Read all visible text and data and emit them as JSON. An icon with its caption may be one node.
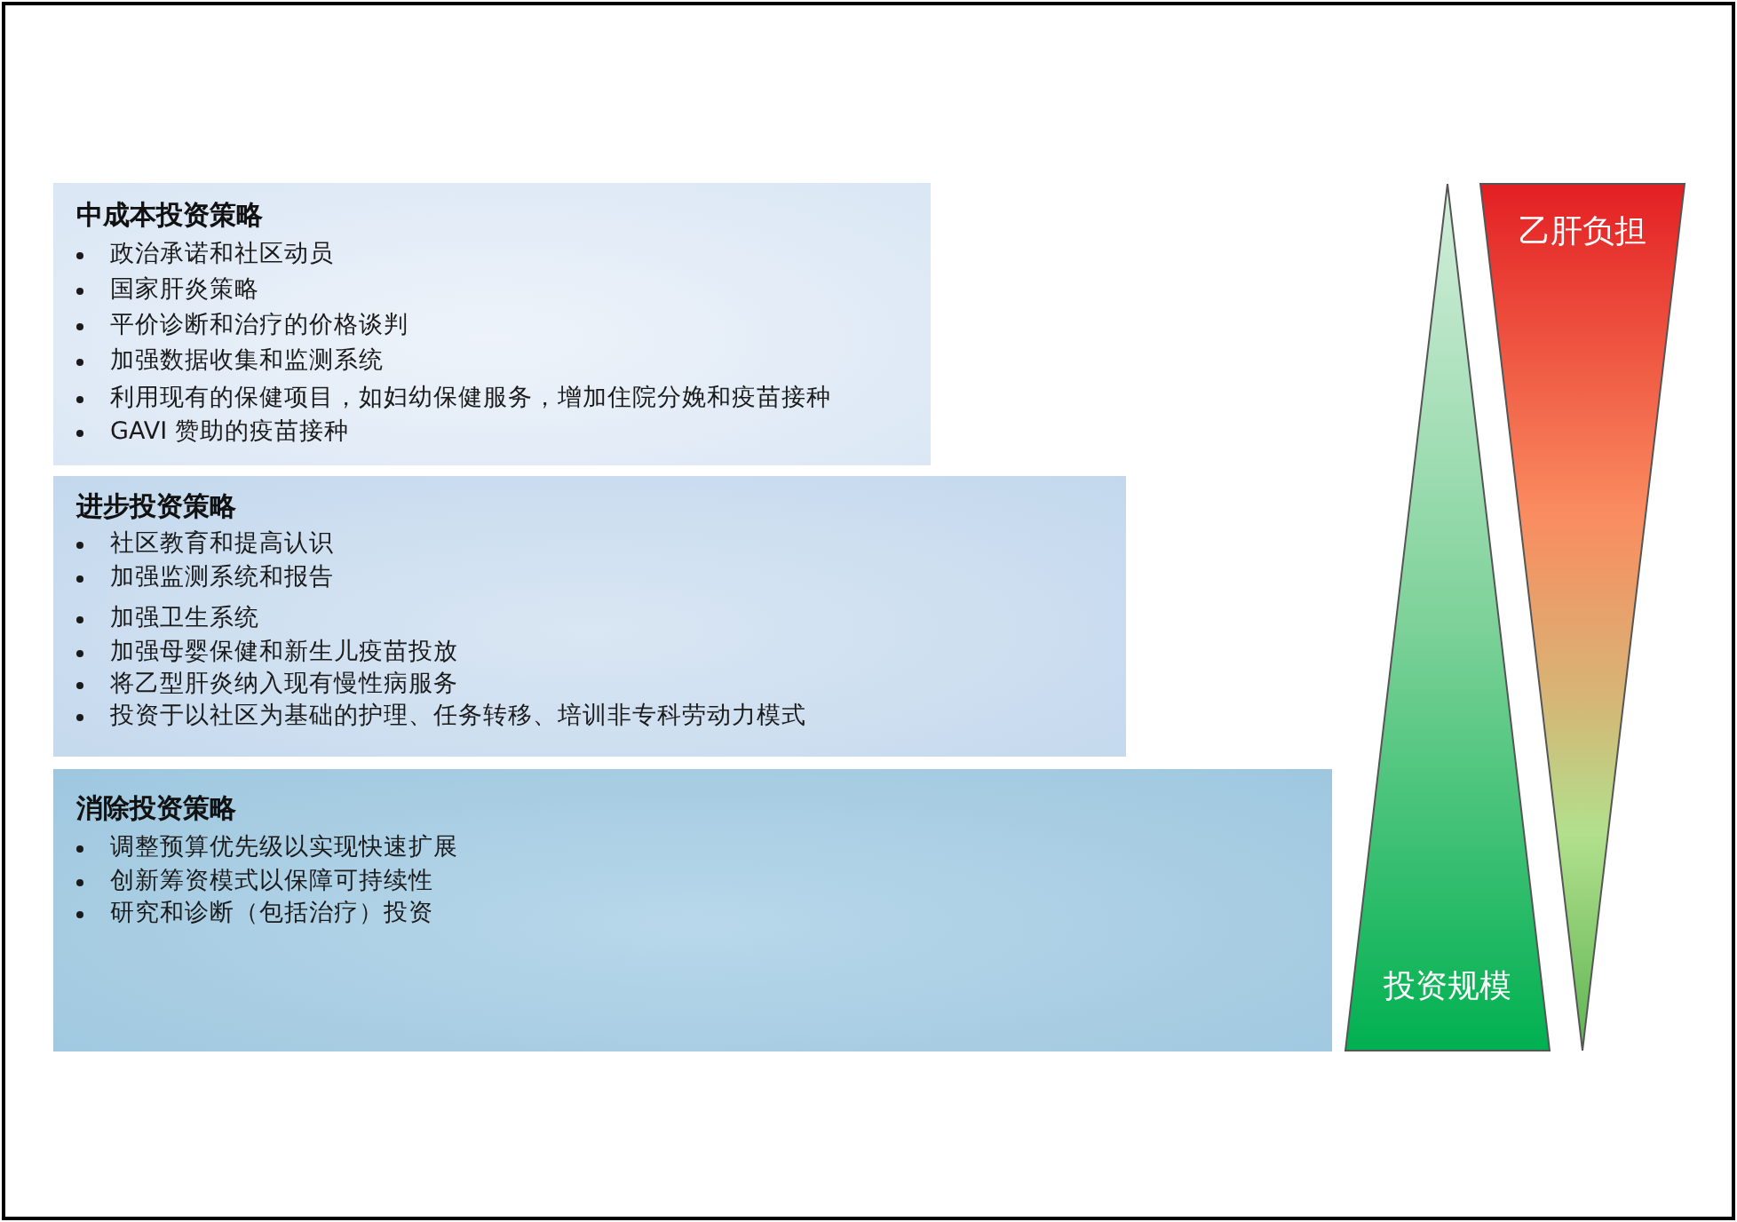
{
  "diagram": {
    "nodes": [
      {
        "text": [
          "中成本投资策略",
          "政治承诺和社区动员",
          "国家肝炎策略",
          "平价诊断和治疗的价格谈判",
          "加强数据收集和监测系统",
          "利用现有的保健项目，如妇幼保健服务，增加住院分娩和疫苗接种",
          "GAVI 赞助的疫苗接种"
        ]
      },
      {
        "text": [
          "进步投资策略",
          "社区教育和提高认识",
          "加强监测系统和报告",
          "加强卫生系统",
          "加强母婴保健和新生儿疫苗投放",
          "将乙型肝炎纳入现有慢性病服务",
          "投资于以社区为基础的护理、任务转移、培训非专科劳动力模式"
        ]
      },
      {
        "text": [
          "消除投资策略",
          "调整预算优先级以实现快速扩展",
          "创新筹资模式以保障可持续性",
          "研究和诊断（包括治疗）投资"
        ]
      },
      {
        "text": [
          "投资规模"
        ]
      },
      {
        "text": [
          "乙肝负担"
        ]
      }
    ]
  }
}
